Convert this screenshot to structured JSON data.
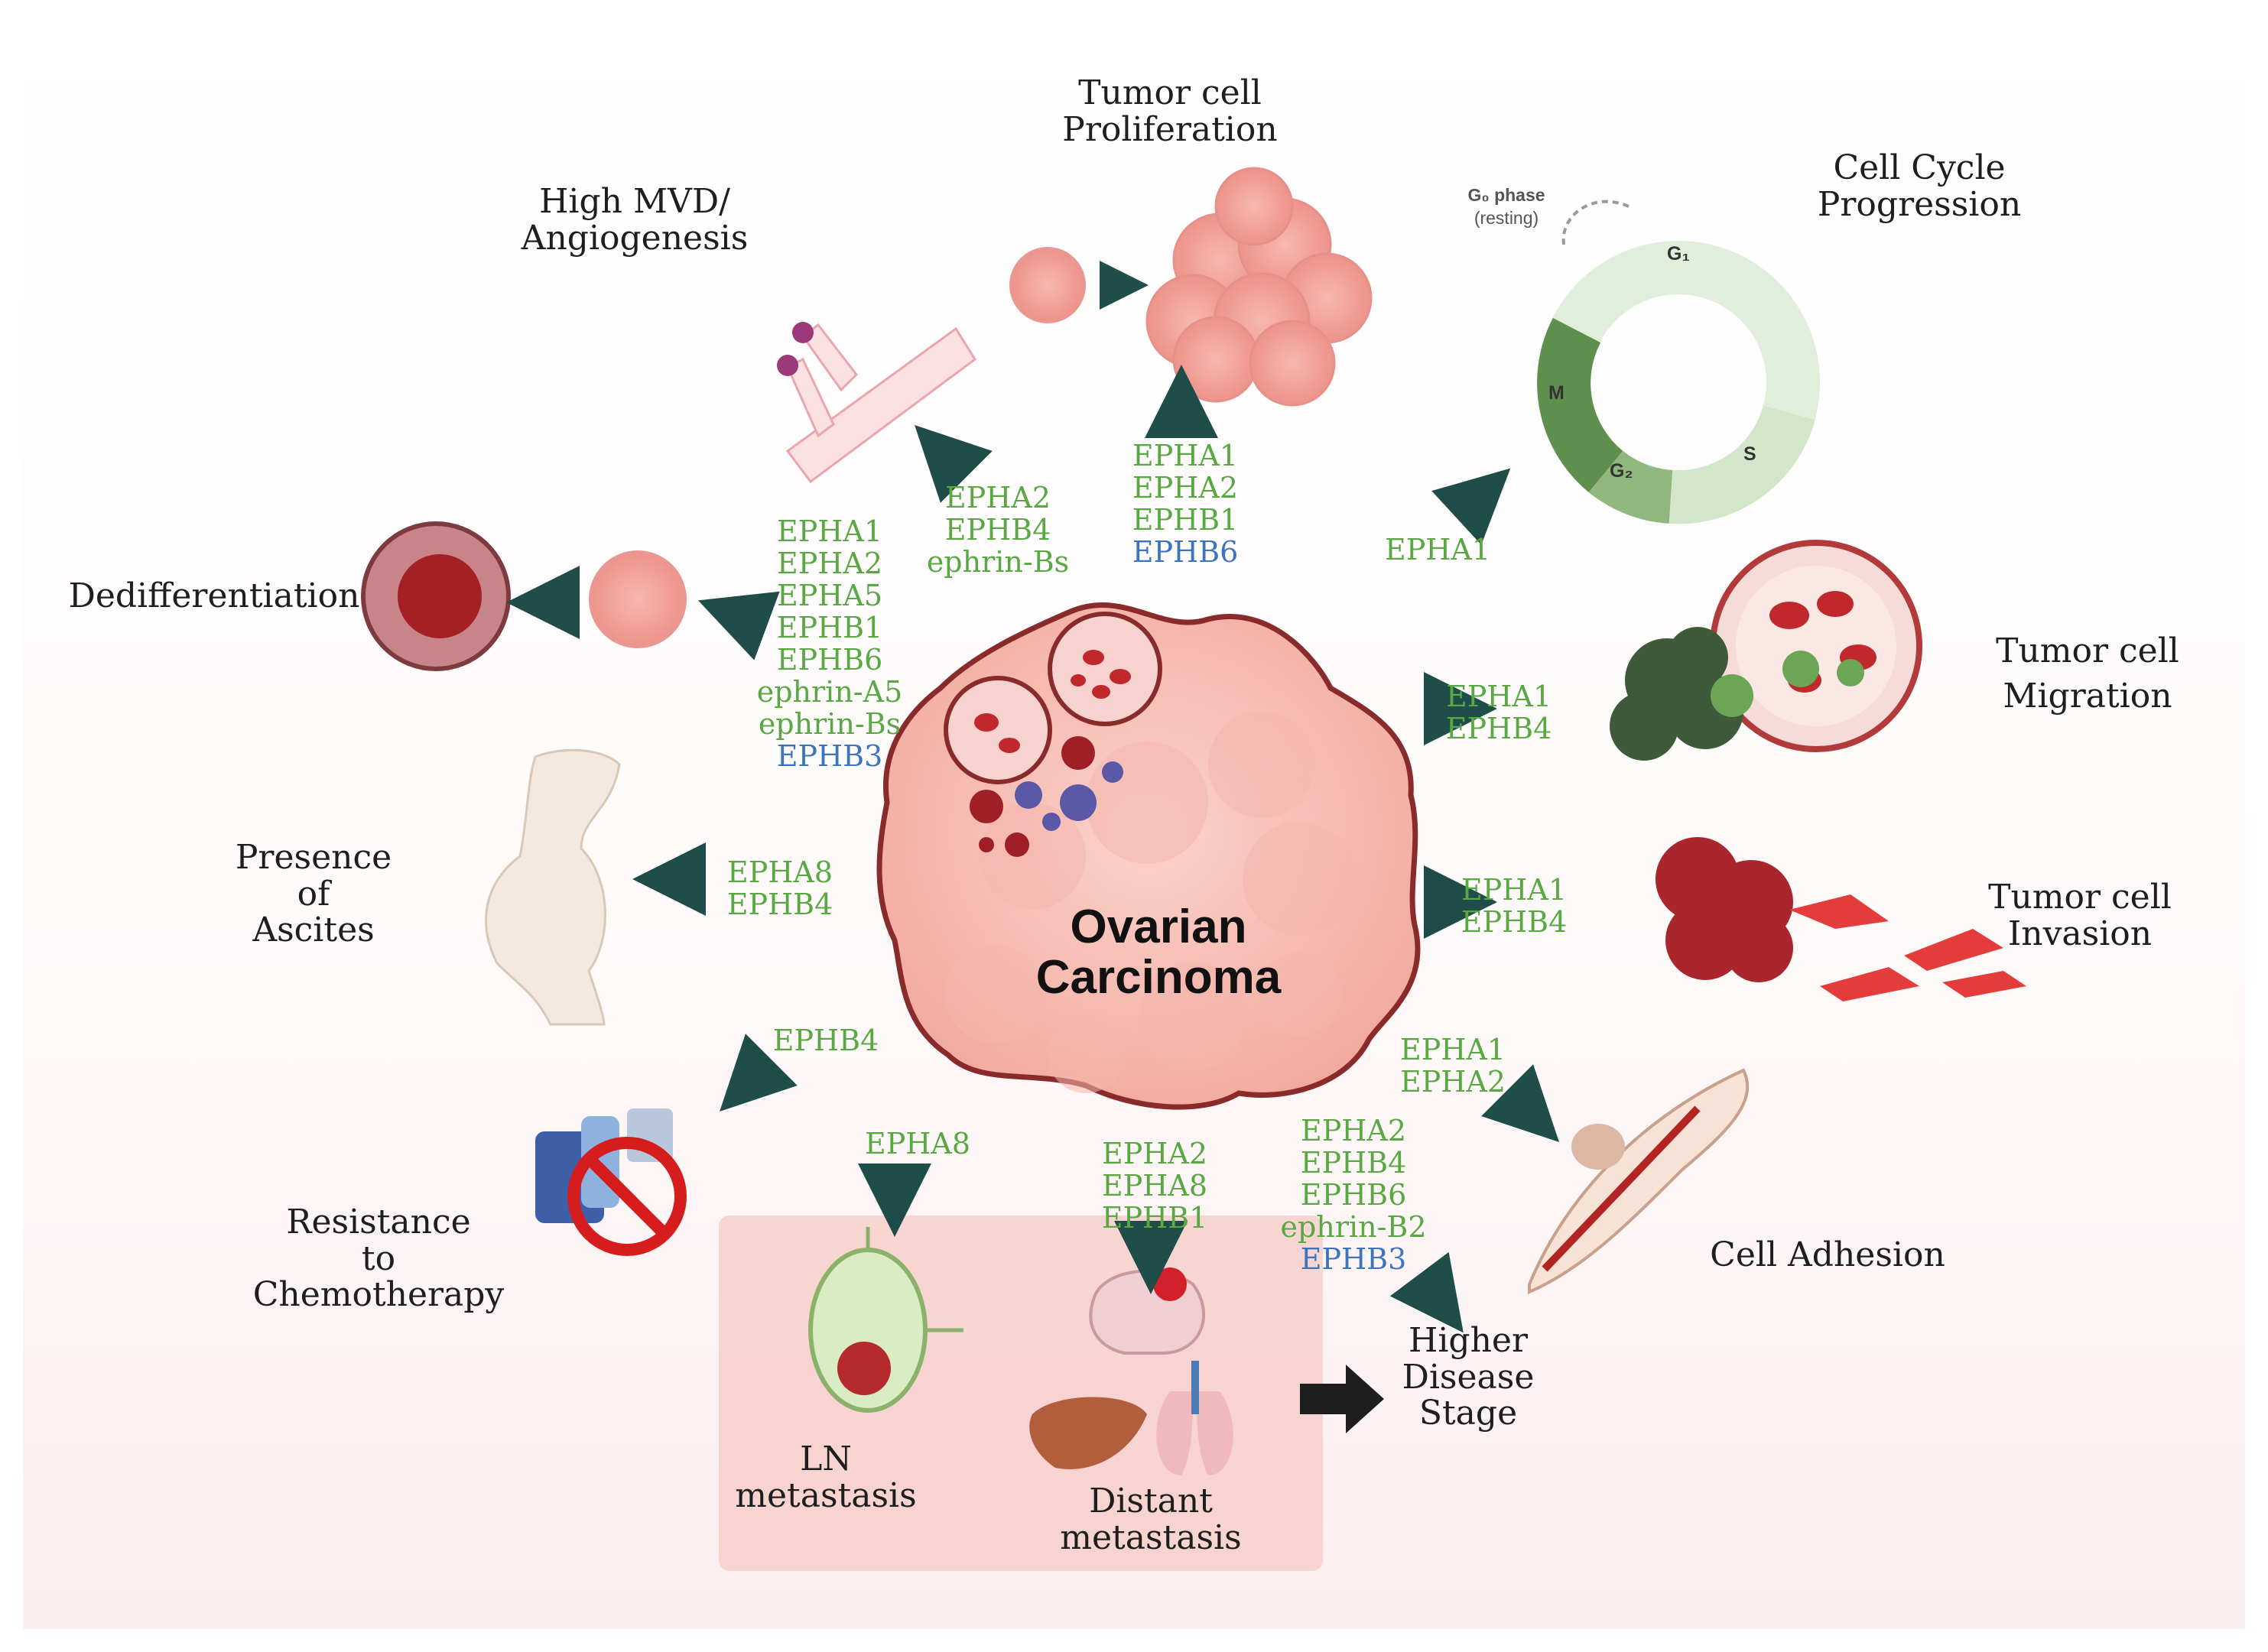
{
  "center": {
    "title_line1": "Ovarian",
    "title_line2": "Carcinoma"
  },
  "cell_cycle": {
    "g0_line1": "G₀ phase",
    "g0_line2": "(resting)",
    "phases": [
      "G₁",
      "S",
      "G₂",
      "M"
    ]
  },
  "labels": {
    "proliferation": "Tumor cell\nProliferation",
    "angiogenesis": "High MVD/\nAngiogenesis",
    "cell_cycle": "Cell Cycle\nProgression",
    "dedifferentiation": "Dedifferentiation",
    "migration": "Tumor cell\nMigration",
    "ascites": "Presence\nof\nAscites",
    "invasion": "Tumor cell\nInvasion",
    "chemo": "Resistance\nto\nChemotherapy",
    "adhesion": "Cell Adhesion",
    "ln": "LN\nmetastasis",
    "distant": "Distant\nmetastasis",
    "stage": "Higher\nDisease\nStage"
  },
  "genes": {
    "proliferation": [
      {
        "text": "EPHA1",
        "color": "green"
      },
      {
        "text": "EPHA2",
        "color": "green"
      },
      {
        "text": "EPHB1",
        "color": "green"
      },
      {
        "text": "EPHB6",
        "color": "blue"
      }
    ],
    "angiogenesis": [
      {
        "text": "EPHA2",
        "color": "green"
      },
      {
        "text": "EPHB4",
        "color": "green"
      },
      {
        "text": "ephrin-Bs",
        "color": "green"
      }
    ],
    "cell_cycle": [
      {
        "text": "EPHA1",
        "color": "green"
      }
    ],
    "dedifferentiation": [
      {
        "text": "EPHA1",
        "color": "green"
      },
      {
        "text": "EPHA2",
        "color": "green"
      },
      {
        "text": "EPHA5",
        "color": "green"
      },
      {
        "text": "EPHB1",
        "color": "green"
      },
      {
        "text": "EPHB6",
        "color": "green"
      },
      {
        "text": "ephrin-A5",
        "color": "green"
      },
      {
        "text": "ephrin-Bs",
        "color": "green"
      },
      {
        "text": "EPHB3",
        "color": "blue"
      }
    ],
    "migration": [
      {
        "text": "EPHA1",
        "color": "green"
      },
      {
        "text": "EPHB4",
        "color": "green"
      }
    ],
    "ascites": [
      {
        "text": "EPHA8",
        "color": "green"
      },
      {
        "text": "EPHB4",
        "color": "green"
      }
    ],
    "invasion": [
      {
        "text": "EPHA1",
        "color": "green"
      },
      {
        "text": "EPHB4",
        "color": "green"
      }
    ],
    "chemo": [
      {
        "text": "EPHB4",
        "color": "green"
      }
    ],
    "adhesion": [
      {
        "text": "EPHA1",
        "color": "green"
      },
      {
        "text": "EPHA2",
        "color": "green"
      }
    ],
    "ln": [
      {
        "text": "EPHA8",
        "color": "green"
      }
    ],
    "distant": [
      {
        "text": "EPHA2",
        "color": "green"
      },
      {
        "text": "EPHA8",
        "color": "green"
      },
      {
        "text": "EPHB1",
        "color": "green"
      }
    ],
    "stage": [
      {
        "text": "EPHA2",
        "color": "green"
      },
      {
        "text": "EPHB4",
        "color": "green"
      },
      {
        "text": "EPHB6",
        "color": "green"
      },
      {
        "text": "ephrin-B2",
        "color": "green"
      },
      {
        "text": "EPHB3",
        "color": "blue"
      }
    ]
  },
  "colors": {
    "green": "#5aa844",
    "blue": "#3c74bd",
    "arrow": "#1f4e4a"
  }
}
